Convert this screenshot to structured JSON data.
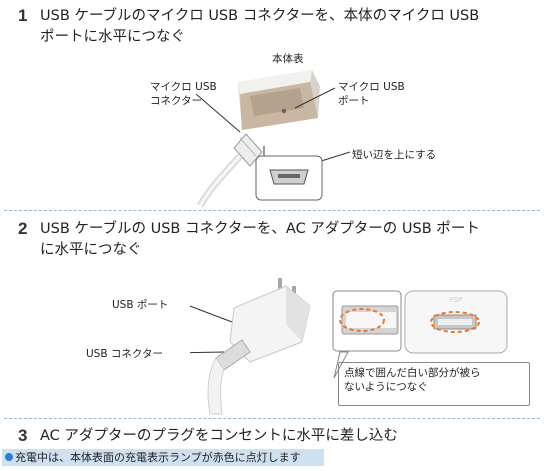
{
  "steps": [
    {
      "number": "1",
      "line1": "USB ケーブルのマイクロ USB コネクターを、本体のマイクロ USB",
      "line2": "ポートに水平につなぐ"
    },
    {
      "number": "2",
      "line1": "USB ケーブルの USB コネクターを、AC アダプターの USB ポート",
      "line2": "に水平につなぐ"
    },
    {
      "number": "3",
      "line1": "AC アダプターのプラグをコンセントに水平に差し込む"
    }
  ],
  "figure1": {
    "body_top_label": "本体表",
    "micro_connector_label": [
      "マイクロ USB",
      "コネクター"
    ],
    "micro_port_label": [
      "マイクロ USB",
      "ポート"
    ],
    "short_side_label": "短い辺を上にする"
  },
  "figure2": {
    "usb_port_label": "USB ポート",
    "usb_connector_label": "USB コネクター",
    "port_logo": "FSP",
    "callout": [
      "点線で囲んだ白い部分が被ら",
      "ないようにつなぐ"
    ]
  },
  "note": "充電中は、本体表面の充電表示ランプが赤色に点灯します"
}
